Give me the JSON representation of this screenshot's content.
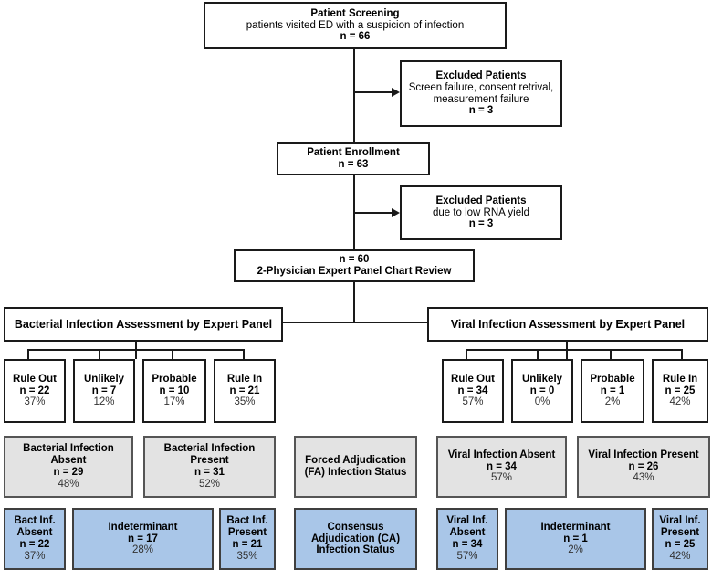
{
  "diagram": {
    "title": "Patient flow and adjudication CONSORT-style diagram",
    "colors": {
      "box_border": "#1a1a1a",
      "shaded_fill": "#e3e3e3",
      "blue_fill": "#a9c6e8",
      "background": "#ffffff"
    }
  },
  "nodes": {
    "patient_screening": {
      "title": "Patient Screening",
      "detail": "patients visited ED with a suspicion of infection",
      "n": "n = 66"
    },
    "excluded_1": {
      "title": "Excluded Patients",
      "detail_line1": "Screen failure, consent retrival,",
      "detail_line2": "measurement failure",
      "n": "n = 3"
    },
    "patient_enrollment": {
      "title": "Patient Enrollment",
      "n": "n = 63"
    },
    "excluded_2": {
      "title": "Excluded Patients",
      "detail": "due to low RNA yield",
      "n": "n = 3"
    },
    "chart_review": {
      "n": "n = 60",
      "title": "2-Physician Expert Panel Chart Review"
    },
    "bacterial_assessment": {
      "title": "Bacterial Infection Assessment by Expert Panel"
    },
    "viral_assessment": {
      "title": "Viral Infection Assessment by Expert Panel"
    }
  },
  "bacterial_categories": [
    {
      "label": "Rule Out",
      "n": "n = 22",
      "pct": "37%"
    },
    {
      "label": "Unlikely",
      "n": "n = 7",
      "pct": "12%"
    },
    {
      "label": "Probable",
      "n": "n = 10",
      "pct": "17%"
    },
    {
      "label": "Rule In",
      "n": "n = 21",
      "pct": "35%"
    }
  ],
  "viral_categories": [
    {
      "label": "Rule Out",
      "n": "n = 34",
      "pct": "57%"
    },
    {
      "label": "Unlikely",
      "n": "n = 0",
      "pct": "0%"
    },
    {
      "label": "Probable",
      "n": "n = 1",
      "pct": "2%"
    },
    {
      "label": "Rule In",
      "n": "n = 25",
      "pct": "42%"
    }
  ],
  "forced_adjudication": {
    "legend_line1": "Forced Adjudication",
    "legend_line2": "(FA) Infection Status",
    "bacterial_absent": {
      "line1": "Bacterial Infection",
      "line2": "Absent",
      "n": "n = 29",
      "pct": "48%"
    },
    "bacterial_present": {
      "line1": "Bacterial Infection",
      "line2": "Present",
      "n": "n = 31",
      "pct": "52%"
    },
    "viral_absent": {
      "line1": "Viral Infection Absent",
      "n": "n = 34",
      "pct": "57%"
    },
    "viral_present": {
      "line1": "Viral Infection Present",
      "n": "n = 26",
      "pct": "43%"
    }
  },
  "consensus_adjudication": {
    "legend_line1": "Consensus",
    "legend_line2": "Adjudication (CA)",
    "legend_line3": "Infection Status",
    "bact_absent": {
      "line1": "Bact Inf.",
      "line2": "Absent",
      "n": "n = 22",
      "pct": "37%"
    },
    "bact_indeterminant": {
      "line1": "Indeterminant",
      "n": "n = 17",
      "pct": "28%"
    },
    "bact_present": {
      "line1": "Bact Inf.",
      "line2": "Present",
      "n": "n = 21",
      "pct": "35%"
    },
    "viral_absent": {
      "line1": "Viral Inf.",
      "line2": "Absent",
      "n": "n = 34",
      "pct": "57%"
    },
    "viral_indeterminant": {
      "line1": "Indeterminant",
      "n": "n = 1",
      "pct": "2%"
    },
    "viral_present": {
      "line1": "Viral Inf.",
      "line2": "Present",
      "n": "n = 25",
      "pct": "42%"
    }
  },
  "chart_data": {
    "type": "table",
    "title": "Expert panel infection assessment counts (n = 60)",
    "categories": [
      "Rule Out",
      "Unlikely",
      "Probable",
      "Rule In"
    ],
    "series": [
      {
        "name": "Bacterial Infection Assessment",
        "values": [
          22,
          7,
          10,
          21
        ],
        "percents": [
          37,
          12,
          17,
          35
        ]
      },
      {
        "name": "Viral Infection Assessment",
        "values": [
          34,
          0,
          1,
          25
        ],
        "percents": [
          57,
          0,
          2,
          42
        ]
      }
    ],
    "forced_adjudication": {
      "bacterial": {
        "absent": 29,
        "absent_pct": 48,
        "present": 31,
        "present_pct": 52
      },
      "viral": {
        "absent": 34,
        "absent_pct": 57,
        "present": 26,
        "present_pct": 43
      }
    },
    "consensus_adjudication": {
      "bacterial": {
        "absent": 22,
        "absent_pct": 37,
        "indeterminant": 17,
        "indeterminant_pct": 28,
        "present": 21,
        "present_pct": 35
      },
      "viral": {
        "absent": 34,
        "absent_pct": 57,
        "indeterminant": 1,
        "indeterminant_pct": 2,
        "present": 25,
        "present_pct": 42
      }
    },
    "flow": {
      "screened": 66,
      "excluded_screen": 3,
      "enrolled": 63,
      "excluded_rna": 3,
      "analyzed": 60
    }
  }
}
